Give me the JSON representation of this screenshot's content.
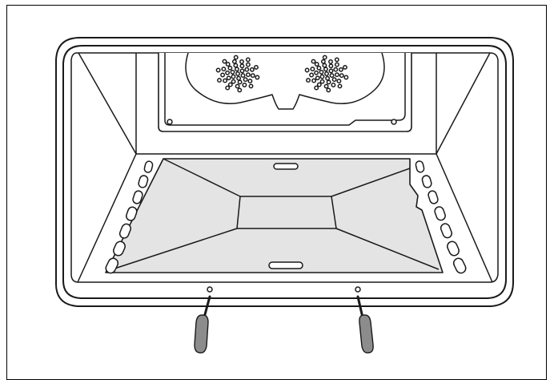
{
  "figure": {
    "subject": "oven-cavity-bottom-panel-removal",
    "icons": [
      "oven-cavity-icon",
      "fan-cover-icon",
      "bottom-panel-icon",
      "screwdriver-icon"
    ],
    "colors": {
      "line": "#1a1a1a",
      "panel_fill": "#e4e4e4",
      "tool_fill": "#8c8c8c",
      "background": "#ffffff"
    },
    "screw_count": 2,
    "shelf_slot_count_per_side": 7,
    "vent_holes_per_fan": 40
  }
}
